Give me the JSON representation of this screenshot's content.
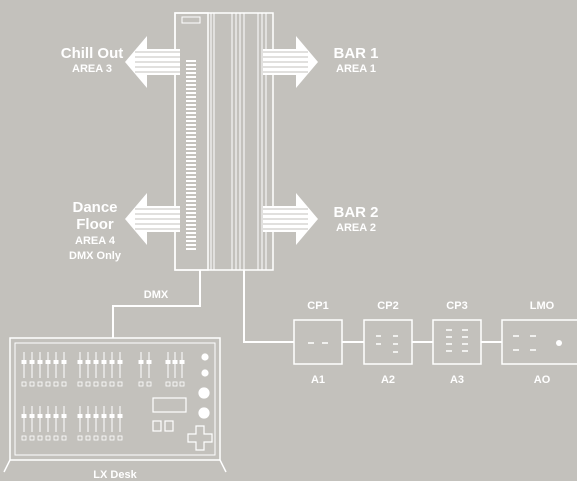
{
  "areas": {
    "chill_out": {
      "name": "Chill Out",
      "area": "AREA 3"
    },
    "bar1": {
      "name": "BAR 1",
      "area": "AREA 1"
    },
    "dance_floor": {
      "name_line1": "Dance",
      "name_line2": "Floor",
      "area": "AREA 4",
      "note": "DMX Only"
    },
    "bar2": {
      "name": "BAR 2",
      "area": "AREA 2"
    }
  },
  "links": {
    "dmx": "DMX"
  },
  "panels": [
    {
      "top": "CP1",
      "bottom": "A1"
    },
    {
      "top": "CP2",
      "bottom": "A2"
    },
    {
      "top": "CP3",
      "bottom": "A3"
    },
    {
      "top": "LMO",
      "bottom": "AO"
    }
  ],
  "desk": {
    "label": "LX Desk"
  },
  "colors": {
    "background": "#c3c1bc",
    "line": "#ffffff"
  }
}
